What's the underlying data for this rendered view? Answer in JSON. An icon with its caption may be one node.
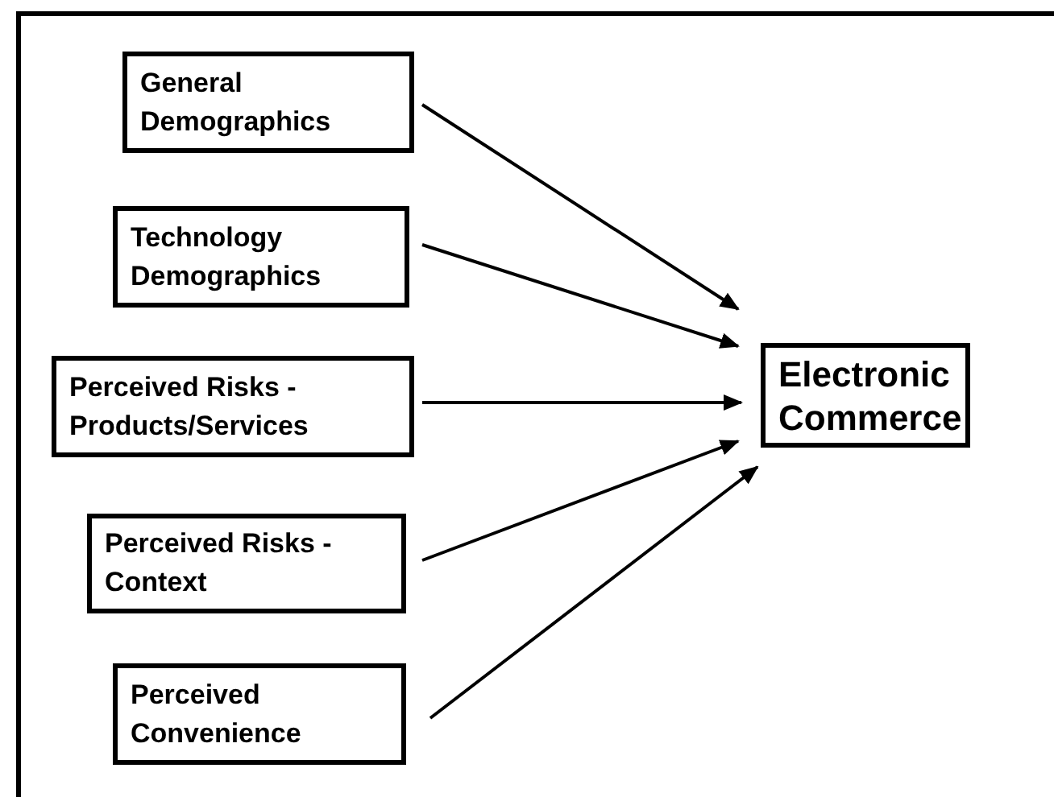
{
  "diagram": {
    "nodes": [
      {
        "text": [
          "General Demographics"
        ]
      },
      {
        "text": [
          "Technology Demographics"
        ]
      },
      {
        "text": [
          "Perceived Risks - Products/Services"
        ]
      },
      {
        "text": [
          "Perceived Risks - Context"
        ]
      },
      {
        "text": [
          "Perceived Convenience"
        ]
      },
      {
        "text": [
          "Electronic Commerce"
        ]
      }
    ],
    "edges": [
      {
        "from": 0,
        "to": 5,
        "arrow": "to"
      },
      {
        "from": 1,
        "to": 5,
        "arrow": "to"
      },
      {
        "from": 2,
        "to": 5,
        "arrow": "to"
      },
      {
        "from": 3,
        "to": 5,
        "arrow": "to"
      },
      {
        "from": 4,
        "to": 5,
        "arrow": "to"
      }
    ]
  }
}
